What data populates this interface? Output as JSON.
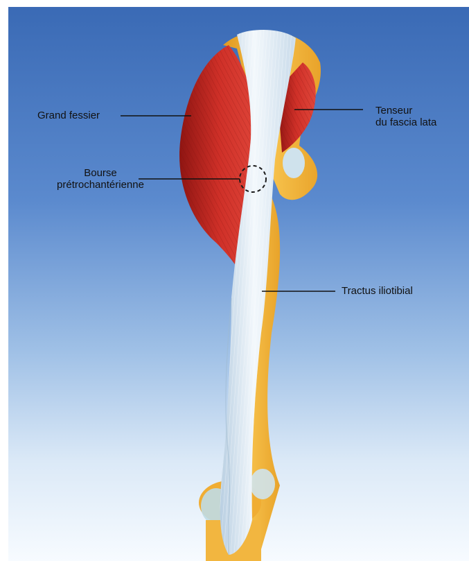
{
  "labels": {
    "grand_fessier": "Grand fessier",
    "tenseur_line1": "Tenseur",
    "tenseur_line2": "du fascia lata",
    "bourse_line1": "Bourse",
    "bourse_line2": "prétrochantérienne",
    "tractus": "Tractus iliotibial"
  },
  "colors": {
    "background_top": "#3a6ab5",
    "background_bottom": "#f7fbff",
    "muscle": "#c42a24",
    "tendon": "#dfeaf4",
    "bone": "#f4b43a",
    "label_text": "#111111"
  }
}
